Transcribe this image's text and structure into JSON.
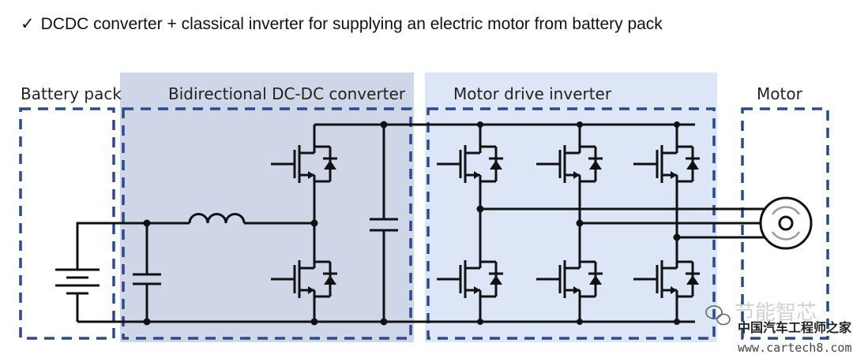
{
  "heading": {
    "check": "✓",
    "text": "DCDC converter + classical inverter for supplying an electric motor from battery pack"
  },
  "blocks": {
    "battery": "Battery pack",
    "dcdc": "Bidirectional DC-DC converter",
    "inverter": "Motor drive inverter",
    "motor": "Motor"
  },
  "colors": {
    "dcdc_fill": "#cfd6e8",
    "inverter_fill": "#dce6f7",
    "dash": "#2b4a8c",
    "wire": "#111111"
  },
  "watermark": {
    "logo_text": "节能智芯",
    "site_name": "中国汽车工程师之家",
    "url": "www.cartech8.com"
  }
}
